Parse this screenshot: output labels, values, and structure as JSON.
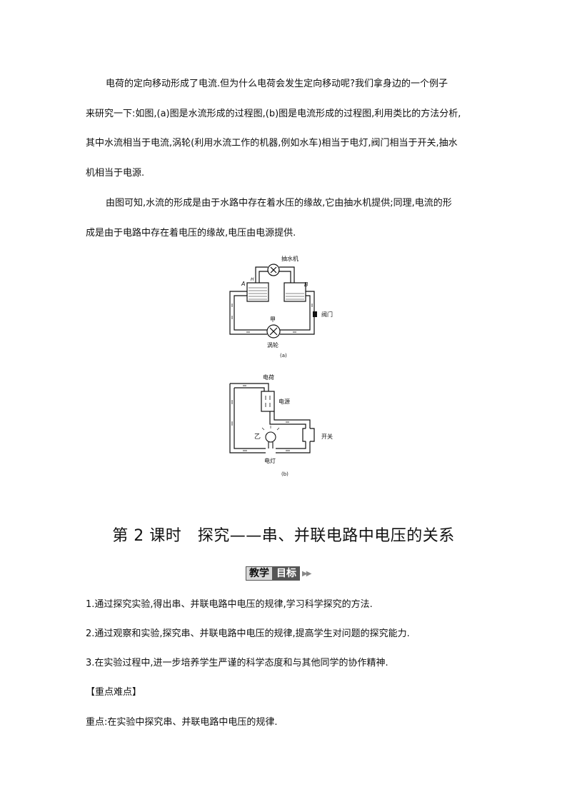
{
  "intro": {
    "p1_lines": [
      "电荷的定向移动形成了电流.但为什么电荷会发生定向移动呢?我们拿身边的一个例子",
      "来研究一下:如图,(a)图是水流形成的过程图,(b)图是电流形成的过程图,利用类比的方法分析,",
      "其中水流相当于电流,涡轮(利用水流工作的机器,例如水车)相当于电灯,阀门相当于开关,抽水",
      "机相当于电源."
    ],
    "p2_lines": [
      "由图可知,水流的形成是由于水路中存在着水压的缘故,它由抽水机提供;同理,电流的形",
      "成是由于电路中存在着电压的缘故,电压由电源提供."
    ]
  },
  "figure_a": {
    "pump_label": "抽水机",
    "tank_a_label": "A",
    "tank_b_label": "B",
    "tank_h_label": "H",
    "jia_label": "甲",
    "turbine_label": "涡轮",
    "valve_label": "阀门",
    "caption": "(a)"
  },
  "figure_b": {
    "charge_label": "电荷",
    "source_label": "电源",
    "yi_label": "乙",
    "switch_label": "开关",
    "lamp_label": "电灯",
    "caption": "(b)"
  },
  "lesson": {
    "title": "第 2 课时　探究——串、并联电路中电压的关系",
    "badge_part1": "教学",
    "badge_part2": "目标",
    "badge_arrows": "▶▶",
    "objectives": [
      "1.通过探究实验,得出串、并联电路中电压的规律,学习科学探究的方法.",
      "2.通过观察和实验,探究串、并联电路中电压的规律,提高学生对问题的探究能力.",
      "3.在实验过程中,进一步培养学生严谨的科学态度和与其他同学的协作精神."
    ],
    "key_heading": "【重点难点】",
    "key_point": "重点:在实验中探究串、并联电路中电压的规律."
  }
}
